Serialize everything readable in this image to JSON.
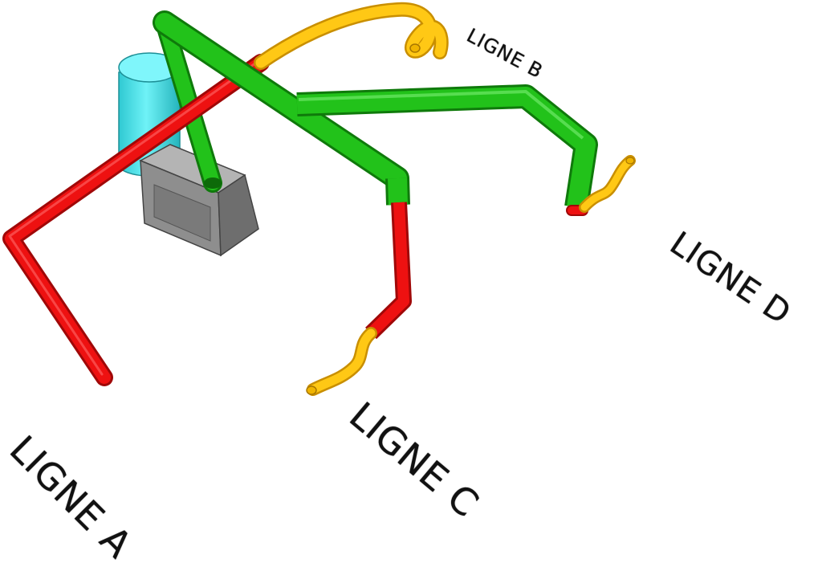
{
  "labels": {
    "a": "LIGNE A",
    "b": "LIGNE B",
    "c": "LIGNE C",
    "d": "LIGNE D"
  },
  "colors": {
    "green": "#22c21a",
    "green_dark": "#118a0d",
    "red": "#ee1111",
    "red_dark": "#a00808",
    "yellow": "#ffc815",
    "yellow_dark": "#c98f00",
    "cyan": "#40e6ee",
    "cyan_dark": "#20aeb6",
    "box": "#8c8c8c",
    "box_dark": "#5c5c5c"
  }
}
